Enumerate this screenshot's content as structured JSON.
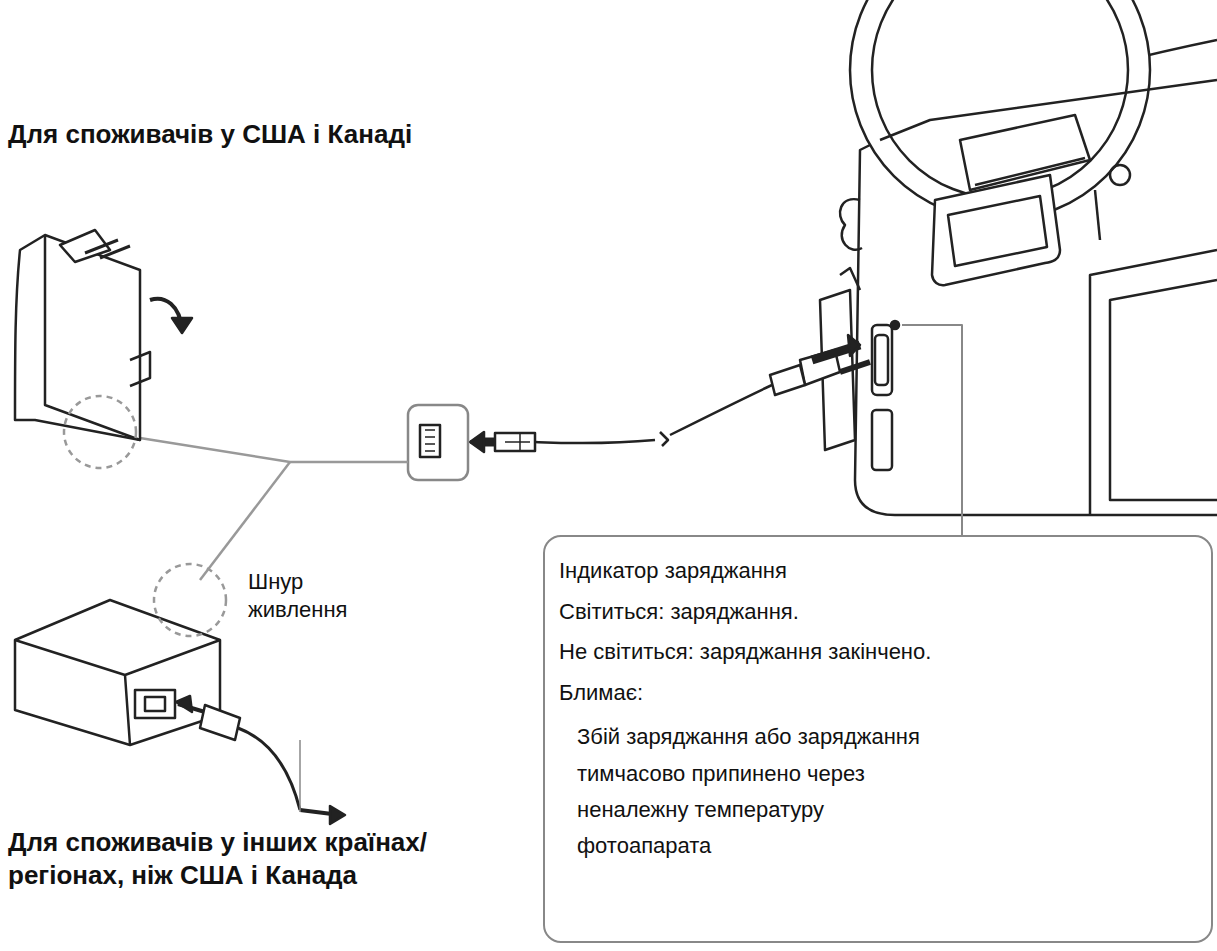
{
  "diagram": {
    "nodes": [
      {
        "text": [
          "Індикатор заряджання",
          "Світиться: заряджання.",
          "Не світиться: заряджання закінчено.",
          "Блимає:",
          "Збій заряджання або заряджання тимчасово припинено через неналежну температуру фотоапарата"
        ]
      }
    ],
    "labels": [
      "Для споживачів у США і Канаді",
      "Шнур живлення",
      "Для споживачів у інших країнах/регіонах, ніж США і Канада"
    ]
  }
}
